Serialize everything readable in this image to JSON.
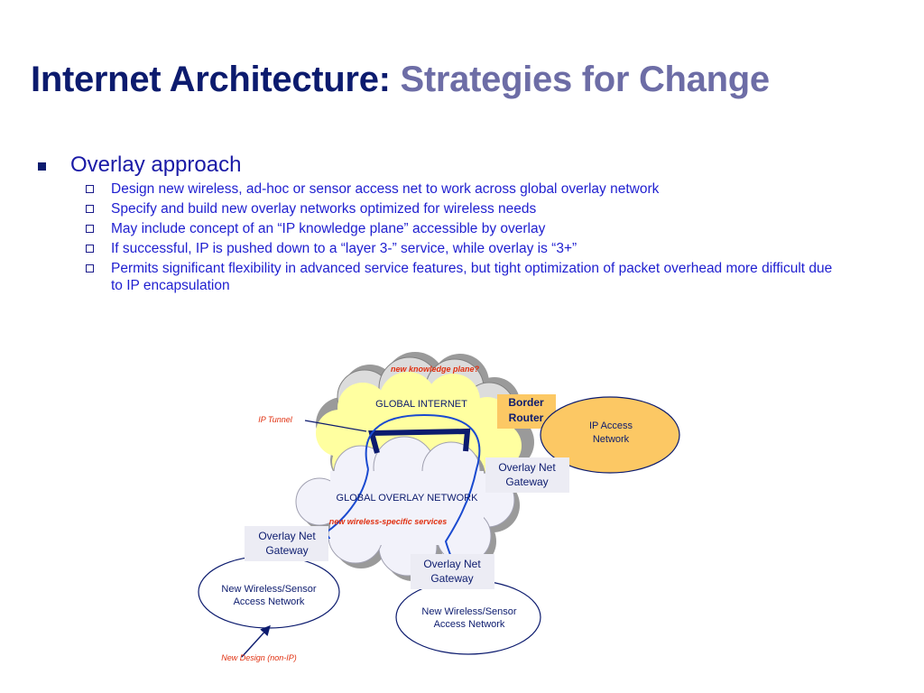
{
  "title": {
    "part1": "Internet Architecture:",
    "part2": "Strategies for Change"
  },
  "main_bullet": "Overlay approach",
  "sub_bullets": [
    "Design new wireless, ad-hoc or sensor access net to work across global overlay network",
    "Specify and build new overlay networks optimized for wireless needs",
    "May include concept of an “IP knowledge plane” accessible by overlay",
    "If successful, IP is pushed down to a “layer 3-” service, while overlay is “3+”",
    "Permits significant flexibility in advanced service features, but tight optimization of packet overhead more difficult due to IP encapsulation"
  ],
  "diagram": {
    "knowledge_plane": "new knowledge plane?",
    "global_internet": "GLOBAL INTERNET",
    "border_router": [
      "Border",
      "Router"
    ],
    "ip_access_network": [
      "IP Access",
      "Network"
    ],
    "ip_tunnel": "IP Tunnel",
    "gateway_right": [
      "Overlay Net",
      "Gateway"
    ],
    "global_overlay_network": "GLOBAL OVERLAY NETWORK",
    "wireless_services": "new wireless-specific services",
    "gateway_left": [
      "Overlay Net",
      "Gateway"
    ],
    "gateway_bottom": [
      "Overlay Net",
      "Gateway"
    ],
    "wireless_net_left": [
      "New Wireless/Sensor",
      "Access Network"
    ],
    "wireless_net_right": [
      "New Wireless/Sensor",
      "Access Network"
    ],
    "new_design": "New Design (non-IP)"
  },
  "colors": {
    "title_dark": "#0c1b6e",
    "title_light": "#6d6da6",
    "bullet_text": "#1f1fd0",
    "internet_cloud": "#ffffa0",
    "overlay_cloud": "#f2f2fa",
    "border_router": "#fcc864",
    "ip_access": "#fcc864",
    "annotation_red": "#e03010",
    "arrow_blue": "#1a4ad0",
    "tunnel": "#0c1b6e"
  }
}
